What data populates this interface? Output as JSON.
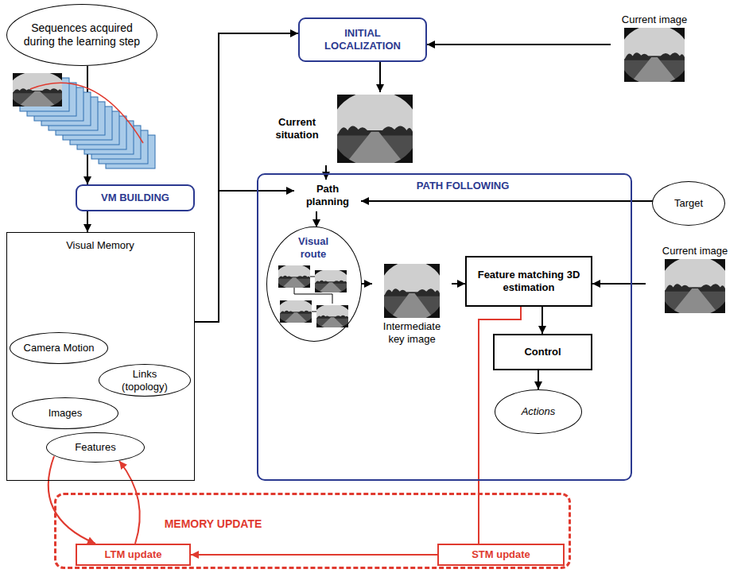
{
  "diagram": {
    "nodes": [
      {
        "text": [
          "Sequences acquired during the learning step"
        ]
      },
      {
        "text": [
          "INITIAL LOCALIZATION"
        ]
      },
      {
        "text": [
          "Current image"
        ]
      },
      {
        "text": [
          "Current situation"
        ]
      },
      {
        "text": [
          "VM BUILDING"
        ]
      },
      {
        "text": [
          "Visual Memory"
        ]
      },
      {
        "text": [
          "Camera Motion"
        ],
        "in": 5
      },
      {
        "text": [
          "Links (topology)"
        ],
        "in": 5
      },
      {
        "text": [
          "Images"
        ],
        "in": 5
      },
      {
        "text": [
          "Features"
        ],
        "in": 5
      },
      {
        "text": [
          "PATH FOLLOWING"
        ]
      },
      {
        "text": [
          "Path planning"
        ],
        "in": 10
      },
      {
        "text": [
          "Target"
        ]
      },
      {
        "text": [
          "Visual route"
        ],
        "in": 10
      },
      {
        "text": [
          "Intermediate key image"
        ],
        "in": 10
      },
      {
        "text": [
          "Feature matching 3D estimation"
        ],
        "in": 10
      },
      {
        "text": [
          "Current image"
        ]
      },
      {
        "text": [
          "Control"
        ],
        "in": 10
      },
      {
        "text": [
          "Actions"
        ],
        "in": 10
      },
      {
        "text": [
          "MEMORY UPDATE"
        ]
      },
      {
        "text": [
          "LTM update"
        ],
        "in": 19
      },
      {
        "text": [
          "STM update"
        ],
        "in": 19
      }
    ],
    "edges": [
      {
        "from": 0,
        "to": 4,
        "arrow": "to"
      },
      {
        "from": 4,
        "to": 5,
        "arrow": "to"
      },
      {
        "from": 5,
        "to": 1,
        "arrow": "to"
      },
      {
        "from": 5,
        "to": 11,
        "arrow": "to"
      },
      {
        "from": 2,
        "to": 1,
        "arrow": "to"
      },
      {
        "from": 1,
        "to": 3,
        "arrow": "to"
      },
      {
        "from": 3,
        "to": 11,
        "arrow": "to"
      },
      {
        "from": 12,
        "to": 11,
        "arrow": "to"
      },
      {
        "from": 11,
        "to": 13,
        "arrow": "to"
      },
      {
        "from": 13,
        "to": 14,
        "arrow": "to"
      },
      {
        "from": 14,
        "to": 15,
        "arrow": "to"
      },
      {
        "from": 16,
        "to": 15,
        "arrow": "to"
      },
      {
        "from": 15,
        "to": 17,
        "arrow": "to"
      },
      {
        "from": 17,
        "to": 18,
        "arrow": "to"
      },
      {
        "from": 15,
        "to": 21,
        "arrow": "none"
      },
      {
        "from": 21,
        "to": 20,
        "arrow": "to"
      },
      {
        "from": 9,
        "to": 20,
        "arrow": "to"
      },
      {
        "from": 20,
        "to": 9,
        "arrow": "to"
      }
    ]
  }
}
